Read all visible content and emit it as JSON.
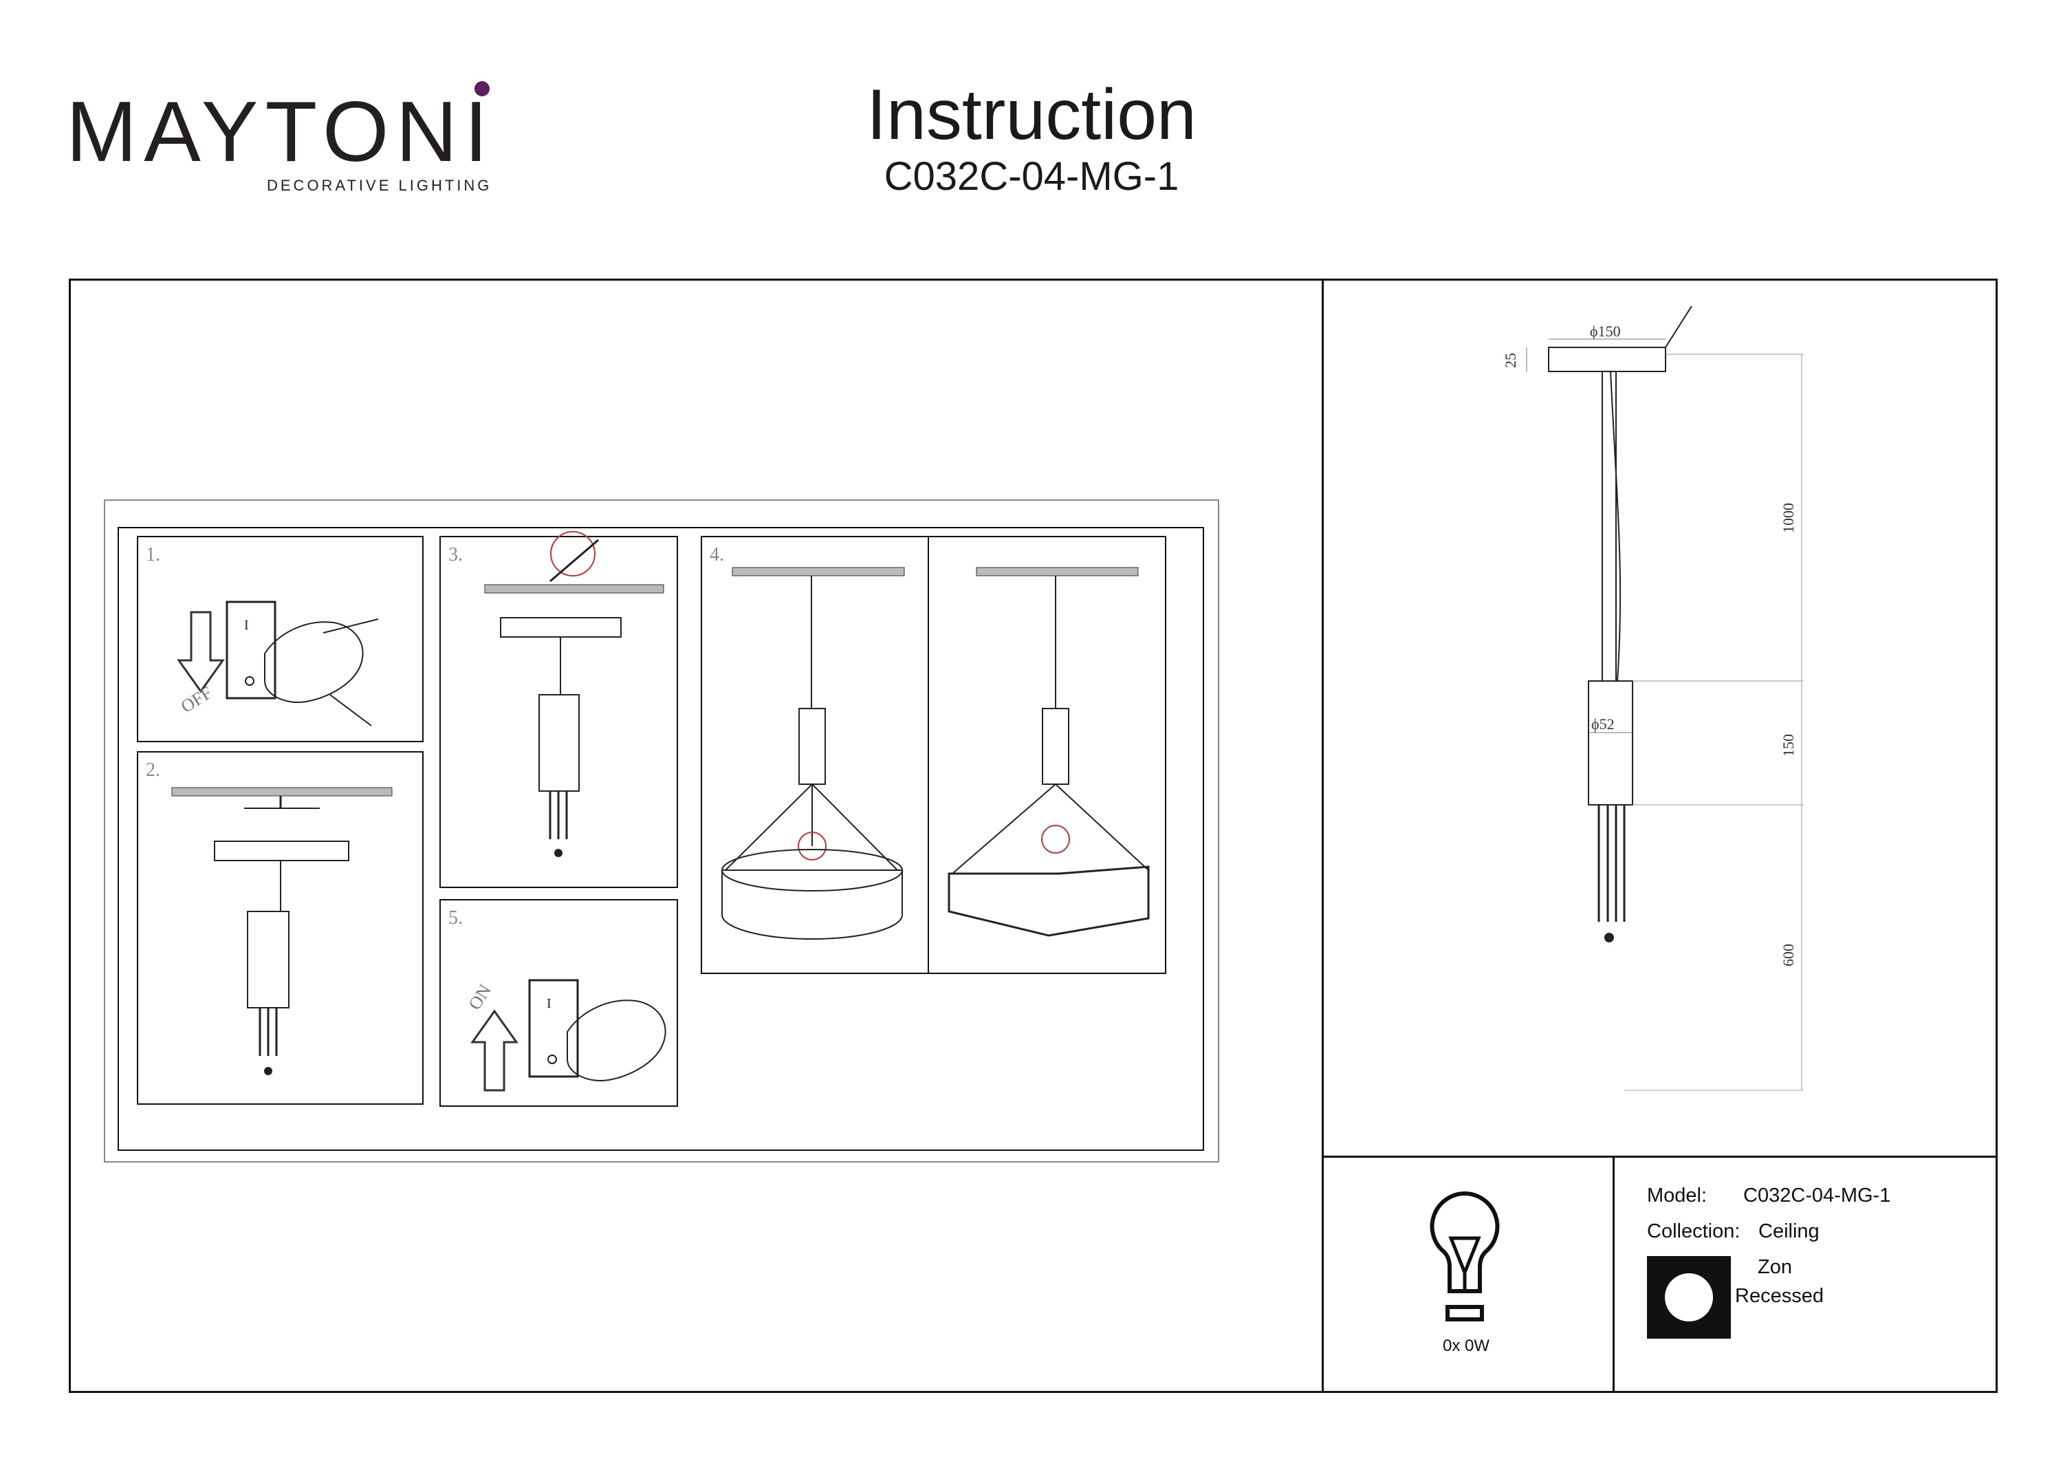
{
  "brand": {
    "name": "MAYTONI",
    "tagline": "DECORATIVE LIGHTING",
    "accent_color": "#5e1d5b"
  },
  "header": {
    "title": "Instruction",
    "model_code": "C032C-04-MG-1"
  },
  "steps": [
    {
      "number": "1.",
      "switch_text": "OFF"
    },
    {
      "number": "2."
    },
    {
      "number": "3."
    },
    {
      "number": "4."
    },
    {
      "number": "5.",
      "switch_text": "ON"
    }
  ],
  "dimensions": {
    "canopy_diameter": "ϕ150",
    "canopy_height": "25",
    "cable_length": "1000",
    "body_diameter": "ϕ52",
    "body_height": "150",
    "lead_length": "600"
  },
  "bulb": {
    "caption": "0x 0W",
    "icon": "bulb-icon"
  },
  "specs": {
    "model_label": "Model:",
    "model_value": "C032C-04-MG-1",
    "collection_label": "Collection:",
    "collection_value": "Ceiling",
    "family_value": "Zon",
    "type_value": "Recessed",
    "type_icon": "recessed-icon"
  }
}
